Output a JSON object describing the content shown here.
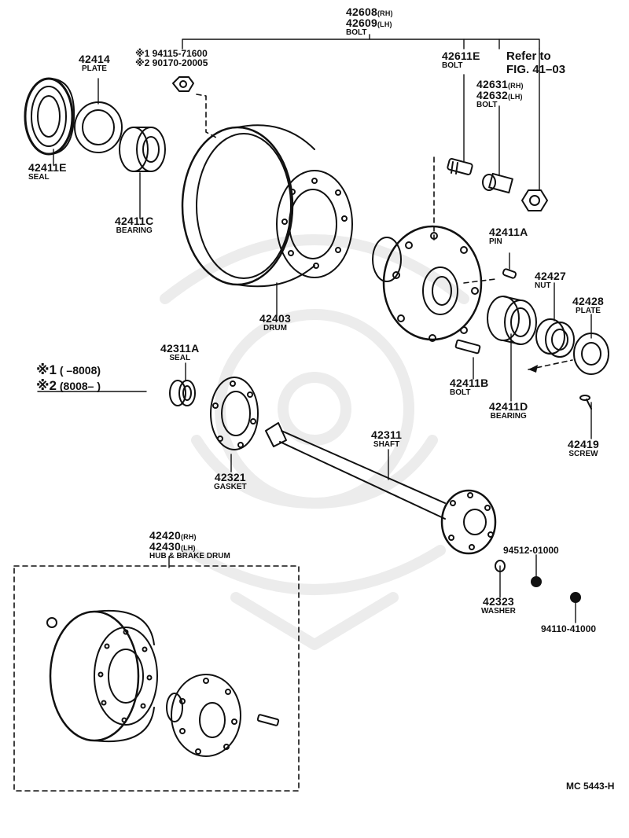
{
  "top_bolt": {
    "pn_rh": "42608",
    "sfx_rh": "(RH)",
    "pn_lh": "42609",
    "sfx_lh": "(LH)",
    "name": "BOLT"
  },
  "nut_option": {
    "line1": "※1 94115-71600",
    "line2": "※2 90170-20005"
  },
  "plate_42414": {
    "pn": "42414",
    "name": "PLATE"
  },
  "seal_42411e": {
    "pn": "42411E",
    "name": "SEAL"
  },
  "bearing_42411c": {
    "pn": "42411C",
    "name": "BEARING"
  },
  "drum_42403": {
    "pn": "42403",
    "name": "DRUM"
  },
  "bolt_42611e": {
    "pn": "42611E",
    "name": "BOLT"
  },
  "refer": {
    "line1": "Refer to",
    "line2": "FIG. 41–03"
  },
  "bolt_42631": {
    "pn_rh": "42631",
    "sfx_rh": "(RH)",
    "pn_lh": "42632",
    "sfx_lh": "(LH)",
    "name": "BOLT"
  },
  "pin_42411a": {
    "pn": "42411A",
    "name": "PIN"
  },
  "nut_42427": {
    "pn": "42427",
    "name": "NUT"
  },
  "plate_42428": {
    "pn": "42428",
    "name": "PLATE"
  },
  "bolt_42411b": {
    "pn": "42411B",
    "name": "BOLT"
  },
  "bearing_42411d": {
    "pn": "42411D",
    "name": "BEARING"
  },
  "screw_42419": {
    "pn": "42419",
    "name": "SCREW"
  },
  "seal_42311a": {
    "pn": "42311A",
    "name": "SEAL"
  },
  "note": {
    "line1_mark": "※1",
    "line1_text": "(        –8008)",
    "line2_mark": "※2",
    "line2_text": "(8008–          )"
  },
  "shaft_42311": {
    "pn": "42311",
    "name": "SHAFT"
  },
  "gasket_42321": {
    "pn": "42321",
    "name": "GASKET"
  },
  "hub_drum": {
    "pn_rh": "42420",
    "sfx_rh": "(RH)",
    "pn_lh": "42430",
    "sfx_lh": "(LH)",
    "name": "HUB & BRAKE DRUM"
  },
  "part_94512": {
    "pn": "94512-01000"
  },
  "washer_42323": {
    "pn": "42323",
    "name": "WASHER"
  },
  "part_94110": {
    "pn": "94110-41000"
  },
  "figure_code": "MC 5443-H",
  "colors": {
    "ink": "#111111",
    "paper": "#ffffff",
    "watermark": "#ececec"
  }
}
